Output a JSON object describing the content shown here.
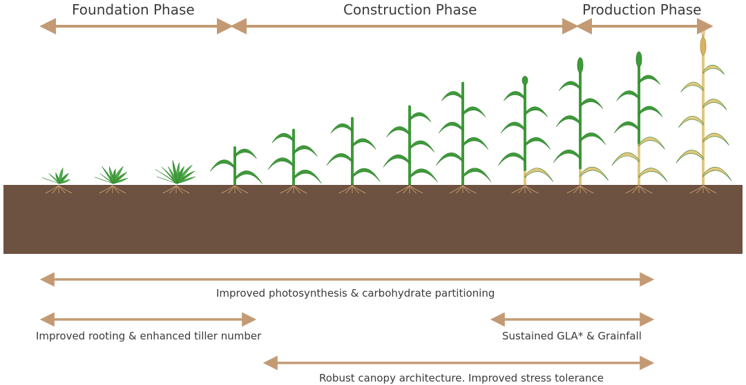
{
  "colors": {
    "arrow": "#c39a73",
    "soil": "#6d5241",
    "leaf": "#3f9a3a",
    "leaf_dark": "#2f7f2d",
    "straw": "#e3c77f",
    "root": "#c49a6c"
  },
  "phases": [
    {
      "label": "Foundation Phase"
    },
    {
      "label": "Construction Phase"
    },
    {
      "label": "Production Phase"
    }
  ],
  "benefits": [
    {
      "label": "Improved photosynthesis & carbohydrate partitioning"
    },
    {
      "label": "Improved rooting & enhanced tiller number"
    },
    {
      "label": "Sustained GLA* & Grainfall"
    },
    {
      "label": "Robust canopy architecture. Improved stress tolerance"
    }
  ],
  "plants": [
    {
      "stage": 1,
      "height": 0.0,
      "senescence": 0.0,
      "ear": "none"
    },
    {
      "stage": 2,
      "height": 0.0,
      "senescence": 0.0,
      "ear": "none"
    },
    {
      "stage": 3,
      "height": 0.0,
      "senescence": 0.0,
      "ear": "none"
    },
    {
      "stage": 4,
      "height": 0.2,
      "senescence": 0.0,
      "ear": "none"
    },
    {
      "stage": 5,
      "height": 0.35,
      "senescence": 0.0,
      "ear": "none"
    },
    {
      "stage": 6,
      "height": 0.45,
      "senescence": 0.0,
      "ear": "none"
    },
    {
      "stage": 7,
      "height": 0.55,
      "senescence": 0.0,
      "ear": "none"
    },
    {
      "stage": 8,
      "height": 0.75,
      "senescence": 0.0,
      "ear": "none"
    },
    {
      "stage": 9,
      "height": 0.75,
      "senescence": 0.15,
      "ear": "small"
    },
    {
      "stage": 10,
      "height": 0.85,
      "senescence": 0.15,
      "ear": "green"
    },
    {
      "stage": 11,
      "height": 0.9,
      "senescence": 0.35,
      "ear": "green"
    },
    {
      "stage": 12,
      "height": 1.0,
      "senescence": 1.0,
      "ear": "golden"
    }
  ]
}
